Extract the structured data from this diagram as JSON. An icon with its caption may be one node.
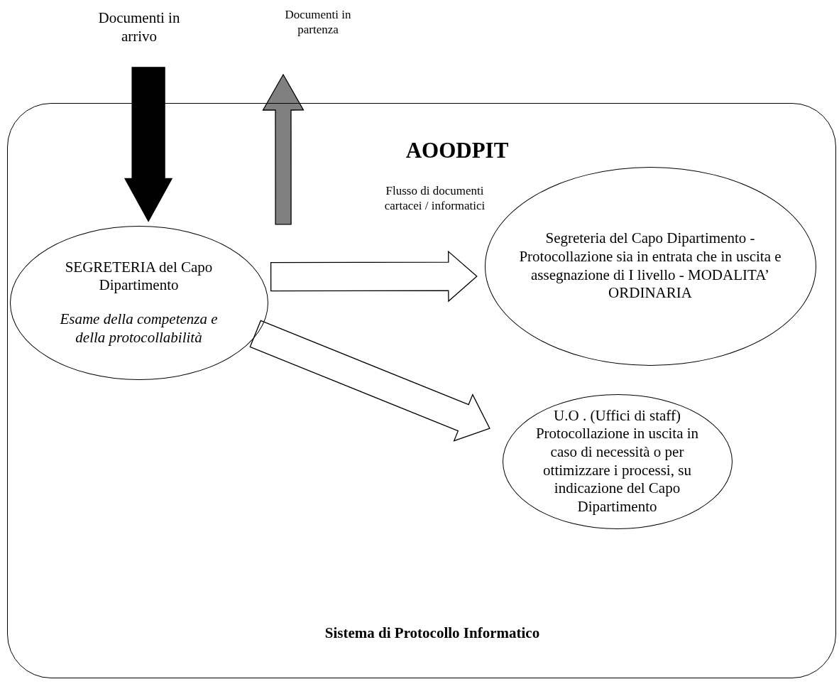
{
  "diagram": {
    "nodes": [
      {
        "text": [
          "Documenti in arrivo"
        ]
      },
      {
        "text": [
          "Documenti in partenza"
        ]
      },
      {
        "text": [
          "AOODPIT",
          "Sistema di Protocollo Informatico"
        ]
      },
      {
        "text": [
          "SEGRETERIA del Capo Dipartimento",
          "Esame della competenza e della protocollabilità"
        ],
        "in": 2
      },
      {
        "text": [
          "Segreteria del Capo Dipartimento - Protocollazione sia in entrata che in uscita e assegnazione di I livello - MODALITA’ ORDINARIA"
        ],
        "in": 2
      },
      {
        "text": [
          "U.O . (Uffici di staff) Protocollazione in uscita in caso di necessità o per ottimizzare i processi, su indicazione del Capo Dipartimento"
        ],
        "in": 2
      }
    ],
    "edges": [
      {
        "from": 0,
        "to": 3,
        "arrow": "to",
        "style": "thick",
        "color": "#000000"
      },
      {
        "from": 3,
        "to": 1,
        "arrow": "to",
        "style": "thick",
        "color": "#808080"
      },
      {
        "from": 3,
        "to": 4,
        "arrow": "to",
        "style": "thick"
      },
      {
        "from": 3,
        "to": 5,
        "arrow": "to",
        "style": "thick"
      }
    ],
    "labels": [
      "Flusso di documenti cartacei / informatici"
    ]
  }
}
